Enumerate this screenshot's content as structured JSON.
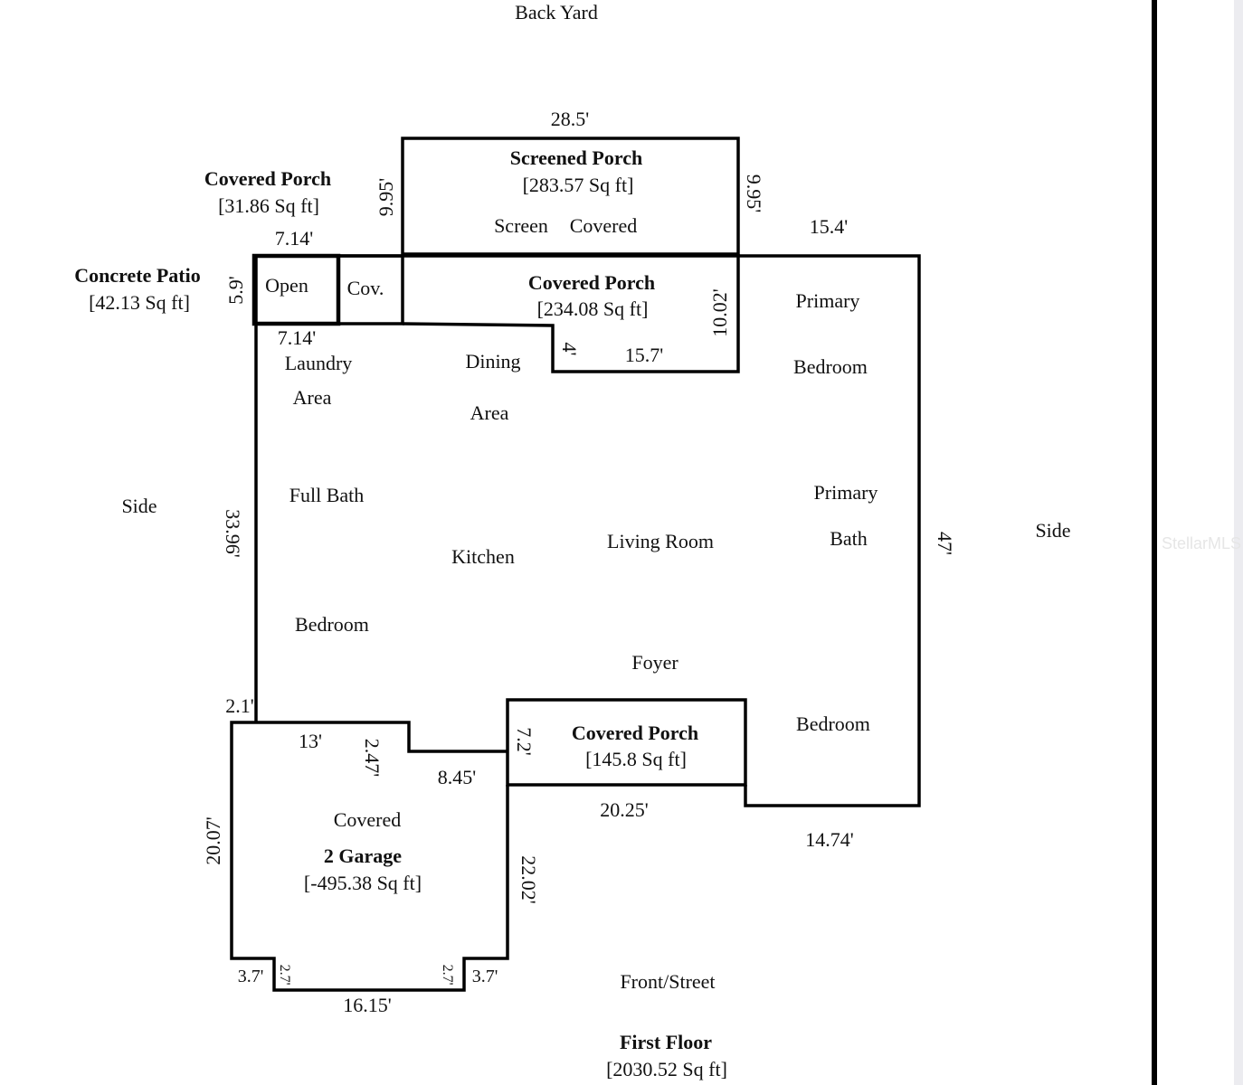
{
  "orientation": {
    "back": "Back Yard",
    "front": "Front/Street",
    "side_left": "Side",
    "side_right": "Side"
  },
  "rooms": {
    "screened_porch": {
      "name": "Screened Porch",
      "area": "[283.57 Sq ft]",
      "sub1": "Screen",
      "sub2": "Covered"
    },
    "covered_porch_small": {
      "name": "Covered Porch",
      "area": "[31.86 Sq ft]"
    },
    "concrete_patio": {
      "name": "Concrete Patio",
      "area": "[42.13 Sq ft]",
      "open": "Open",
      "cov": "Cov."
    },
    "covered_porch_rear": {
      "name": "Covered Porch",
      "area": "[234.08 Sq ft]"
    },
    "covered_porch_front": {
      "name": "Covered Porch",
      "area": "[145.8 Sq ft]"
    },
    "garage": {
      "covered": "Covered",
      "name": "2 Garage",
      "area": "[-495.38 Sq ft]"
    },
    "labels": [
      "Laundry",
      "Area",
      "Dining",
      "Area",
      "Primary",
      "Bedroom",
      "Full Bath",
      "Kitchen",
      "Living Room",
      "Primary",
      "Bath",
      "Bedroom",
      "Foyer",
      "Bedroom"
    ]
  },
  "dimensions": [
    "28.5'",
    "9.95'",
    "9.95'",
    "15.4'",
    "7.14'",
    "5.9'",
    "7.14'",
    "10.02'",
    "4'",
    "15.7'",
    "33.96'",
    "47'",
    "2.1'",
    "13'",
    "2.47'",
    "8.45'",
    "7.2'",
    "20.25'",
    "14.74'",
    "20.07'",
    "22.02'",
    "3.7'",
    "2.7'",
    "3.7'",
    "2.7'",
    "16.15'"
  ],
  "summary": {
    "title": "First Floor",
    "area": "[2030.52 Sq ft]"
  },
  "watermark": "StellarMLS"
}
